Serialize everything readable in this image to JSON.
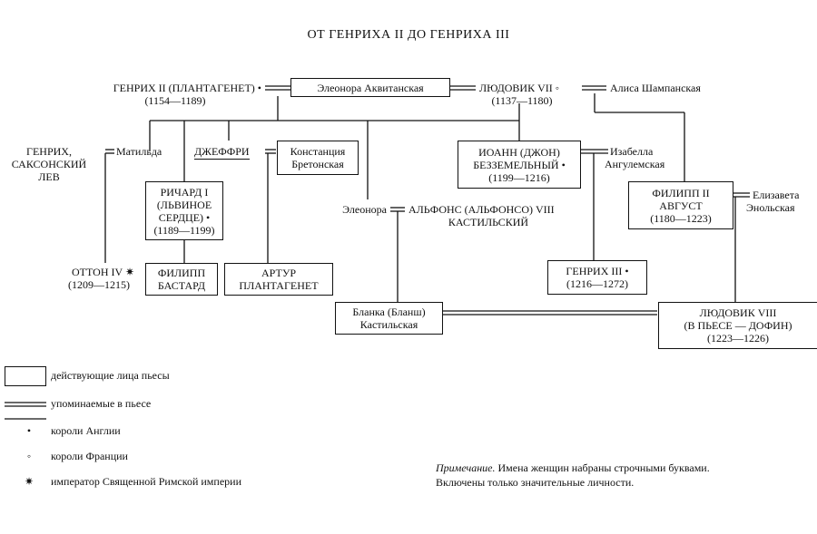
{
  "title": "ОТ ГЕНРИХА II ДО ГЕНРИХА III",
  "persons": {
    "henry2": "ГЕНРИХ II (ПЛАНТАГЕНЕТ) •",
    "henry2_years": "(1154—1189)",
    "eleanor_aq": "Элеонора Аквитанская",
    "louis7": "ЛЮДОВИК VII ◦",
    "louis7_years": "(1137—1180)",
    "alice": "Алиса Шампанская",
    "henry_lion_l1": "ГЕНРИХ,",
    "henry_lion_l2": "САКСОНСКИЙ",
    "henry_lion_l3": "ЛЕВ",
    "matilda": "Матильда",
    "geoffrey": "ДЖЕФФРИ",
    "constance_l1": "Констанция",
    "constance_l2": "Бретонская",
    "john_l1": "ИОАНН (ДЖОН)",
    "john_l2": "БЕЗЗЕМЕЛЬНЫЙ •",
    "john_years": "(1199—1216)",
    "isabella_l1": "Изабелла",
    "isabella_l2": "Ангулемская",
    "richard_l1": "РИЧАРД I",
    "richard_l2": "(ЛЬВИНОЕ",
    "richard_l3": "СЕРДЦЕ) •",
    "richard_years": "(1189—1199)",
    "eleanor": "Элеонора",
    "alfonso_l1": "АЛЬФОНС (АЛЬФОНСО) VIII",
    "alfonso_l2": "КАСТИЛЬСКИЙ",
    "philip2_l1": "ФИЛИПП II",
    "philip2_l2": "АВГУСТ",
    "philip2_years": "(1180—1223)",
    "elizabeth_l1": "Елизавета",
    "elizabeth_l2": "Энольская",
    "otto4": "ОТТОН IV ✷",
    "otto4_years": "(1209—1215)",
    "philip_bastard_l1": "ФИЛИПП",
    "philip_bastard_l2": "БАСТАРД",
    "arthur_l1": "АРТУР",
    "arthur_l2": "ПЛАНТАГЕНЕТ",
    "henry3": "ГЕНРИХ III •",
    "henry3_years": "(1216—1272)",
    "blanche_l1": "Бланка (Бланш)",
    "blanche_l2": "Кастильская",
    "louis8_l1": "ЛЮДОВИК VIII",
    "louis8_l2": "(В ПЬЕСЕ — ДОФИН)",
    "louis8_years": "(1223—1226)"
  },
  "legend": {
    "characters": "действующие лица пьесы",
    "mentioned": "упоминаемые в пьесе",
    "kings_england": "короли Англии",
    "kings_france": "короли Франции",
    "emperor": "император Священной Римской империи",
    "dot_symbol": "•",
    "circle_symbol": "◦",
    "star_symbol": "✷"
  },
  "note": {
    "label": "Примечание.",
    "line1": "Имена женщин набраны строчными буквами.",
    "line2": "Включены только значительные личности."
  }
}
